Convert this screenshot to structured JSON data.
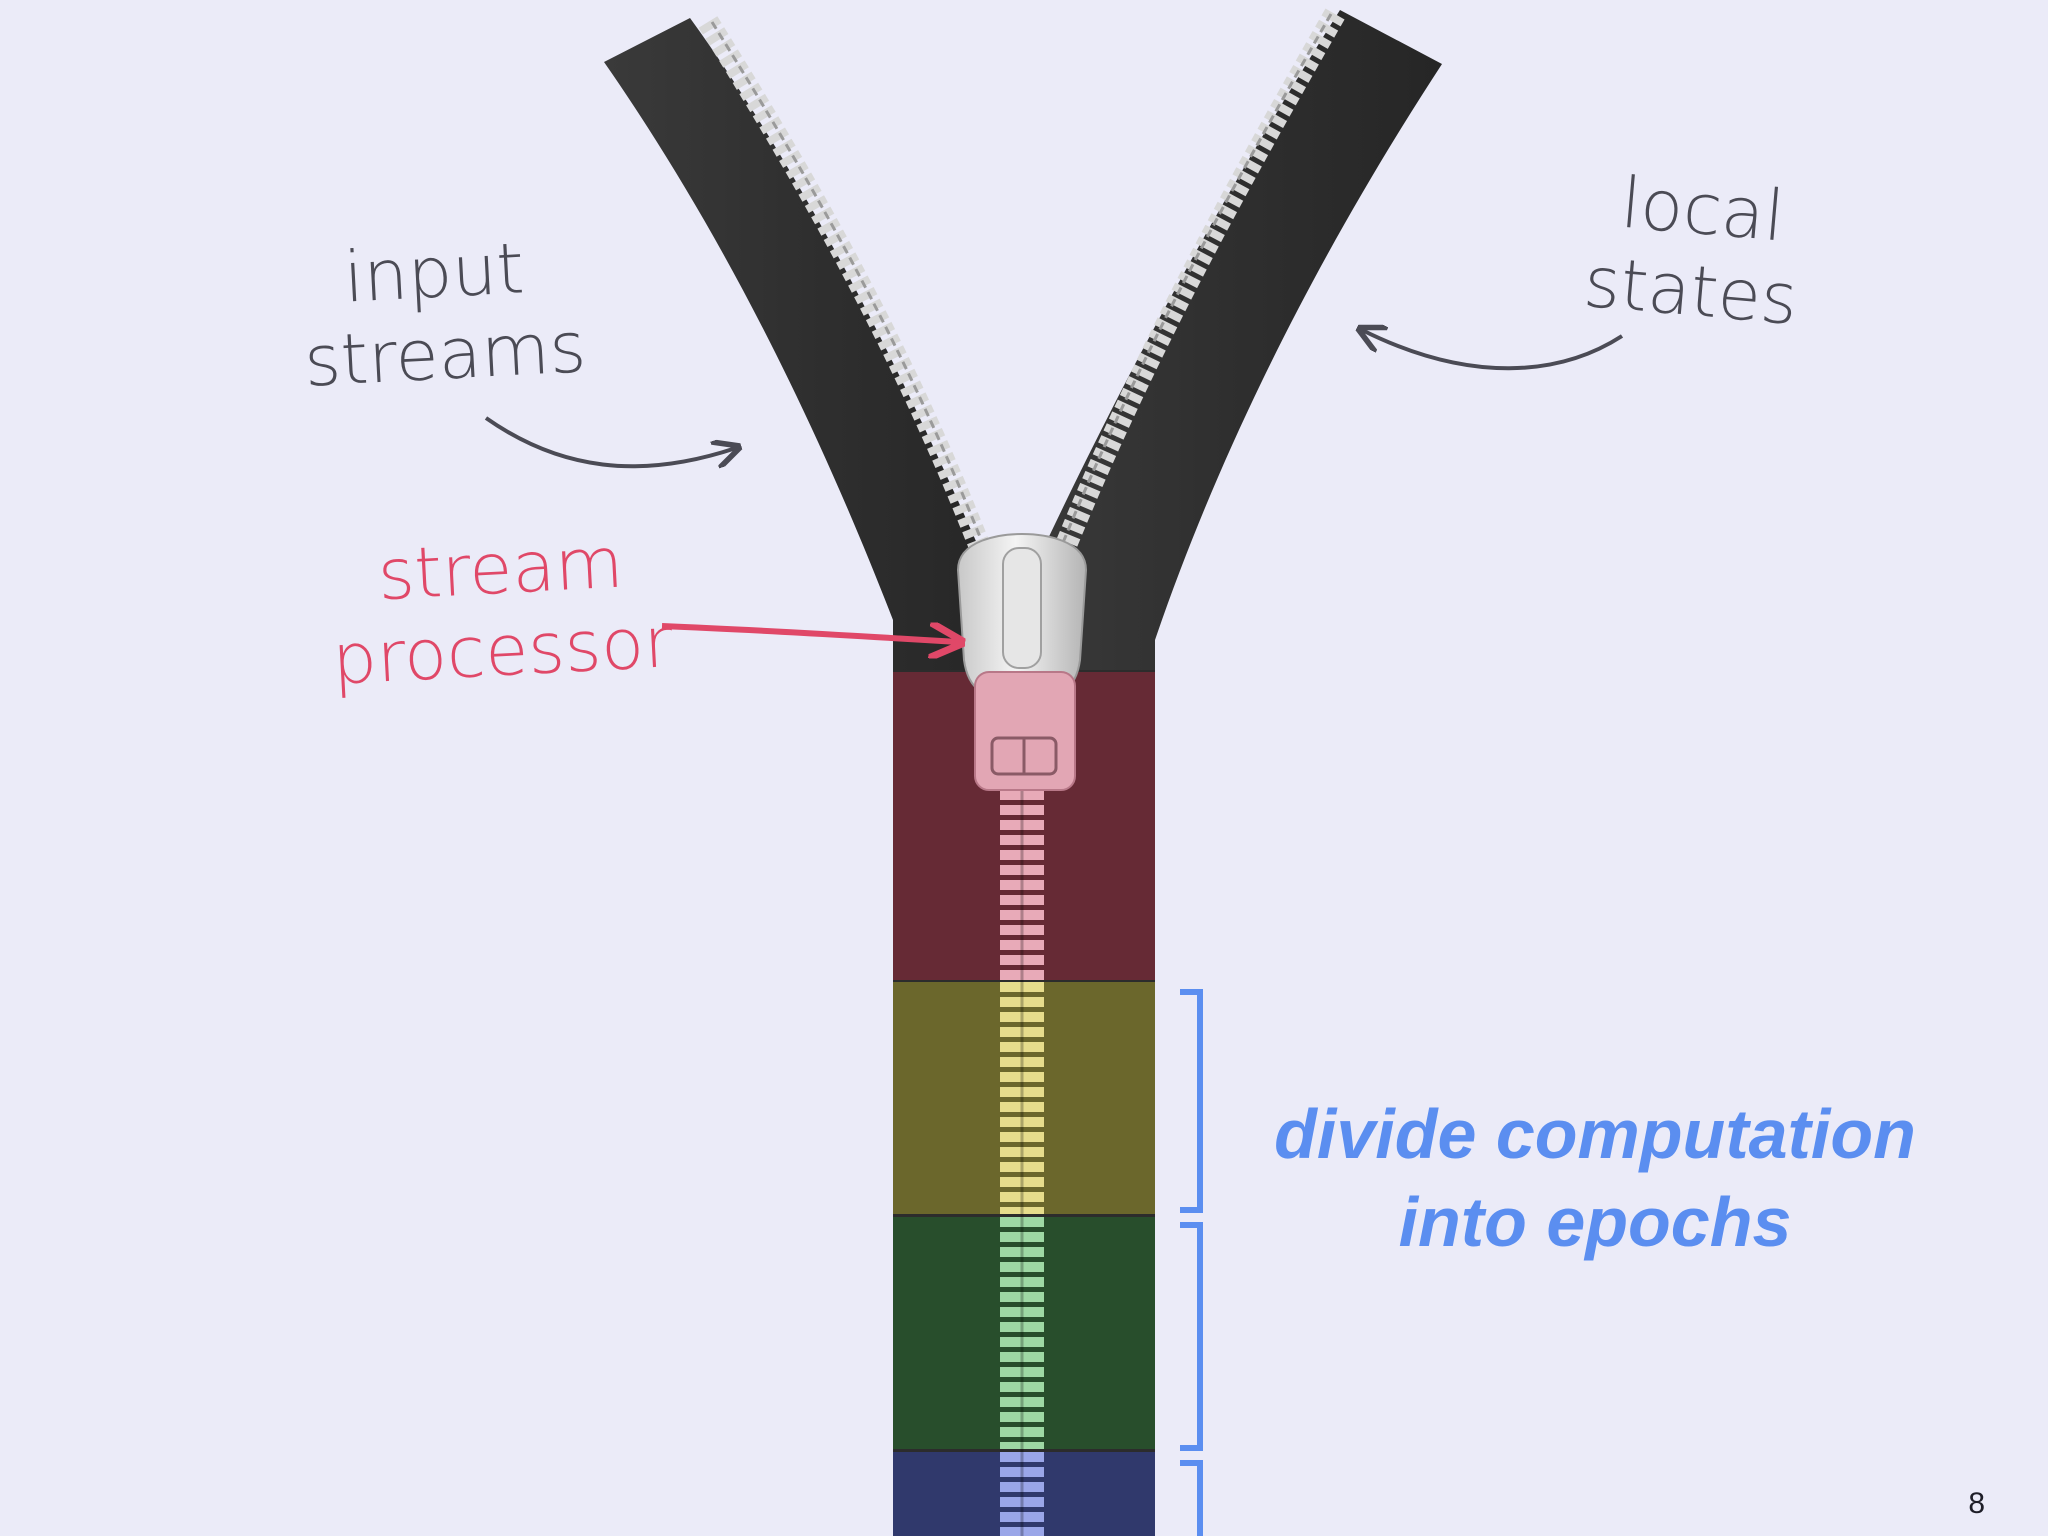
{
  "slide": {
    "background_color": "#ebebf8",
    "page_number": "8"
  },
  "labels": {
    "input_streams": [
      "input",
      "streams"
    ],
    "local_states": [
      "local",
      "states"
    ],
    "stream_processor": [
      "stream",
      "processor"
    ],
    "epochs_note": [
      "divide computation",
      "into epochs"
    ]
  },
  "colors": {
    "annotation_text": "#4b4b55",
    "processor_text": "#e04868",
    "epochs_text": "#5b8ef0",
    "zipper_tape": "#303030",
    "epoch_band_current": "#6b2a36",
    "epoch_band_1": "#6f6a2c",
    "epoch_band_2": "#28502c",
    "epoch_band_3": "#303a70"
  },
  "illustration": {
    "subject": "zipper-with-slider",
    "icons": [
      "zipper-illustration",
      "slider-icon",
      "curved-arrow-icon",
      "red-arrow-icon",
      "epoch-bracket-icon"
    ]
  }
}
